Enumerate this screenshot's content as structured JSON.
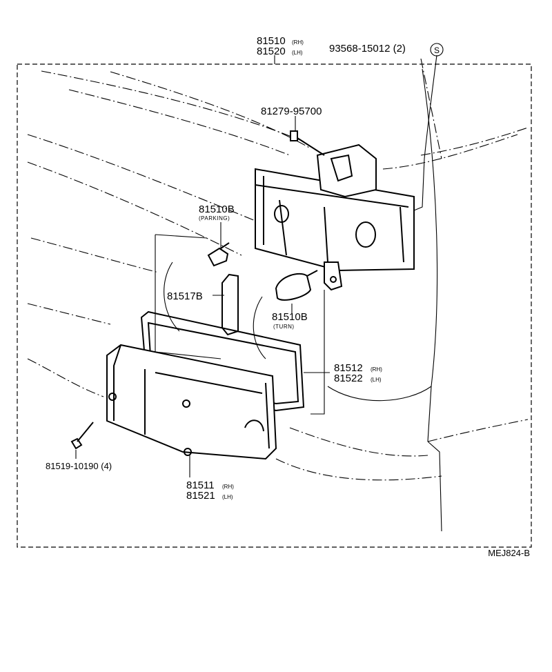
{
  "callouts": {
    "assembly_rh": "81510",
    "assembly_rh_suffix": "(RH)",
    "assembly_lh": "81520",
    "assembly_lh_suffix": "(LH)",
    "washer": "93568-15012 (2)",
    "s_mark": "S",
    "socket_screw": "81279-95700",
    "parking_bulb": "81510B",
    "parking_note": "(PARKING)",
    "bulb_cover": "81517B",
    "turn_bulb": "81510B",
    "turn_note": "(TURN)",
    "gasket_rh": "81512",
    "gasket_rh_suffix": "(RH)",
    "gasket_lh": "81522",
    "gasket_lh_suffix": "(LH)",
    "lens_screw": "81519-10190 (4)",
    "lens_rh": "81511",
    "lens_rh_suffix": "(RH)",
    "lens_lh": "81521",
    "lens_lh_suffix": "(LH)",
    "diagram_code": "MEJ824-B"
  }
}
